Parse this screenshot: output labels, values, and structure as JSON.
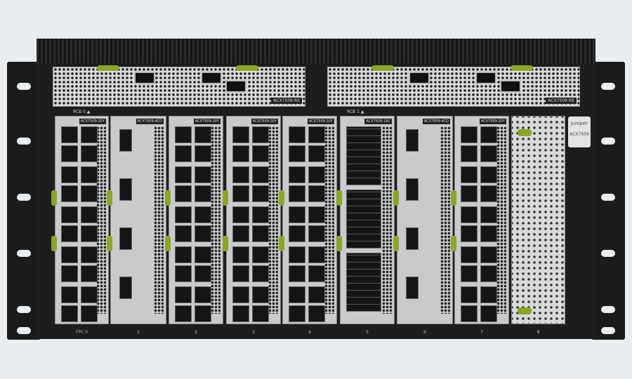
{
  "badge": {
    "brand": "juniper",
    "model": "ACX7509"
  },
  "routing_engines": [
    {
      "label": "ACX7509-RE",
      "rcb": "RCB 0 ▲"
    },
    {
      "label": "ACX7509-RE",
      "rcb": "RCB 1 ▲"
    }
  ],
  "slots": [
    {
      "number": "FPC 0",
      "type": "20Y",
      "label": "ACX7509-20Y"
    },
    {
      "number": "1",
      "type": "4CD",
      "label": "ACX7509-4CD"
    },
    {
      "number": "2",
      "type": "20Y",
      "label": "ACX7509-20Y"
    },
    {
      "number": "3",
      "type": "20Y",
      "label": "ACX7509-20Y"
    },
    {
      "number": "4",
      "type": "20Y",
      "label": "ACX7509-20Y"
    },
    {
      "number": "5",
      "type": "16C",
      "label": "ACX7509-16C"
    },
    {
      "number": "6",
      "type": "4CD",
      "label": "ACX7509-4CD"
    },
    {
      "number": "7",
      "type": "20Y",
      "label": "ACX7509-20Y"
    },
    {
      "number": "8",
      "type": "blank",
      "label": ""
    }
  ],
  "colors": {
    "accent": "#8aa52a",
    "chassis": "#1d1d1d",
    "background": "#e9edef"
  }
}
